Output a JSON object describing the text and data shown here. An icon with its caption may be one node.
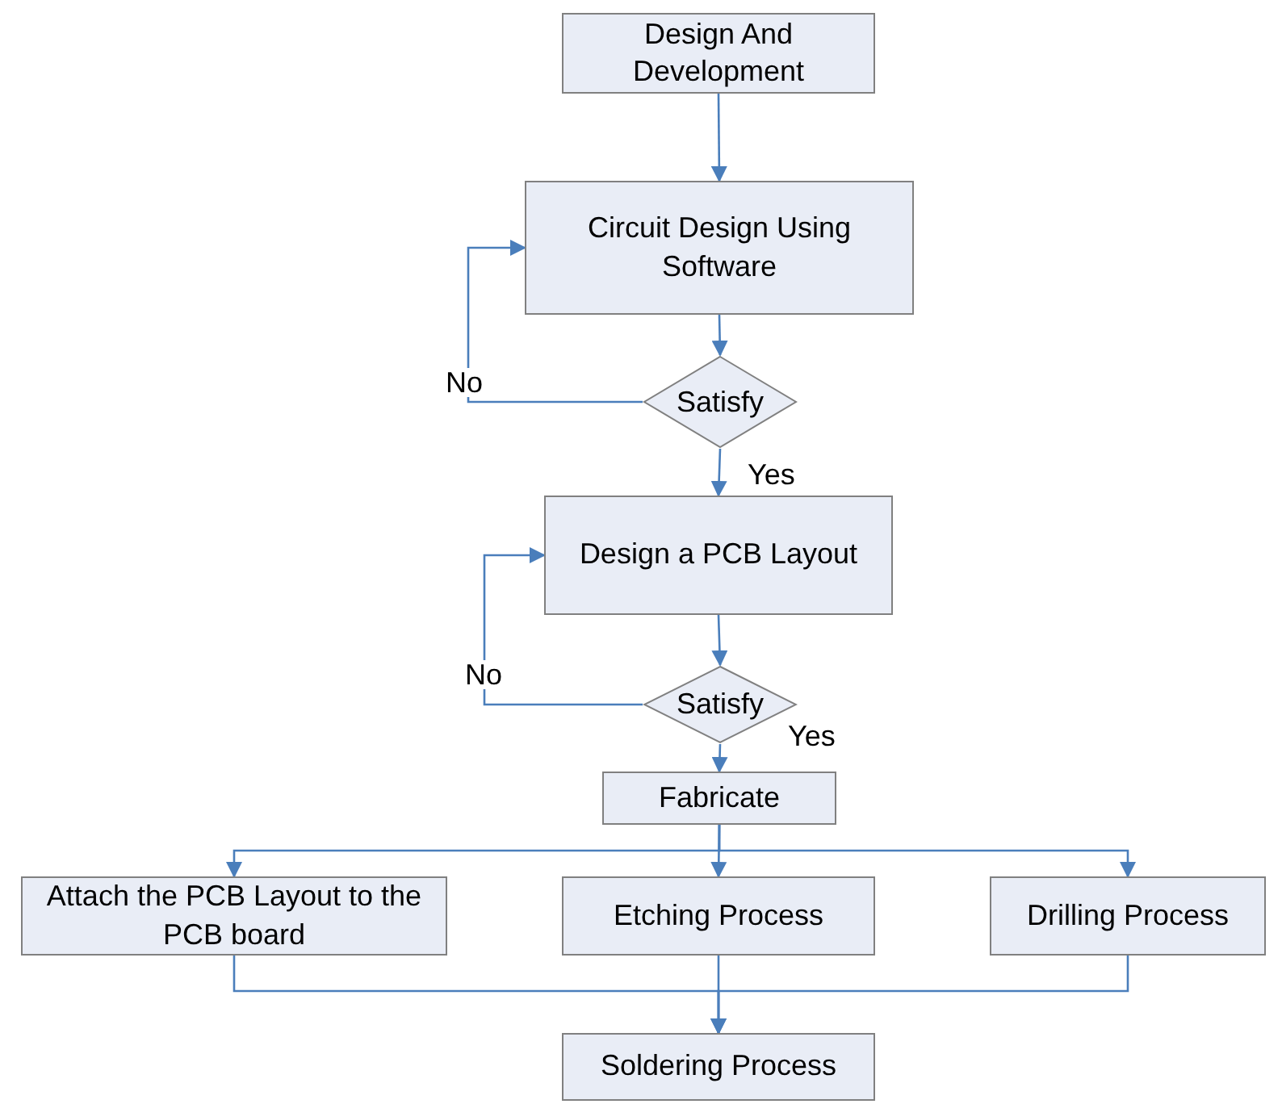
{
  "diagram": {
    "nodes": [
      {
        "text": [
          "Design And Development"
        ]
      },
      {
        "text": [
          "Circuit Design Using Software"
        ]
      },
      {
        "text": [
          "Satisfy"
        ]
      },
      {
        "text": [
          "Design a PCB Layout"
        ]
      },
      {
        "text": [
          "Satisfy"
        ]
      },
      {
        "text": [
          "Fabricate"
        ]
      },
      {
        "text": [
          "Attach the PCB Layout to the PCB board"
        ]
      },
      {
        "text": [
          "Etching Process"
        ]
      },
      {
        "text": [
          "Drilling Process"
        ]
      },
      {
        "text": [
          "Soldering Process"
        ]
      }
    ],
    "edges": [
      {
        "from": 0,
        "to": 1,
        "arrow": "to"
      },
      {
        "from": 1,
        "to": 2,
        "arrow": "to"
      },
      {
        "from": 2,
        "to": 1,
        "arrow": "to",
        "label": "No"
      },
      {
        "from": 2,
        "to": 3,
        "arrow": "to",
        "label": "Yes"
      },
      {
        "from": 3,
        "to": 4,
        "arrow": "to"
      },
      {
        "from": 4,
        "to": 3,
        "arrow": "to",
        "label": "No"
      },
      {
        "from": 4,
        "to": 5,
        "arrow": "to",
        "label": "Yes"
      },
      {
        "from": 5,
        "to": 6,
        "arrow": "to"
      },
      {
        "from": 5,
        "to": 7,
        "arrow": "to"
      },
      {
        "from": 5,
        "to": 8,
        "arrow": "to"
      },
      {
        "from": 6,
        "to": 9,
        "arrow": "to"
      },
      {
        "from": 7,
        "to": 9,
        "arrow": "to"
      },
      {
        "from": 8,
        "to": 9,
        "arrow": "to"
      }
    ]
  }
}
